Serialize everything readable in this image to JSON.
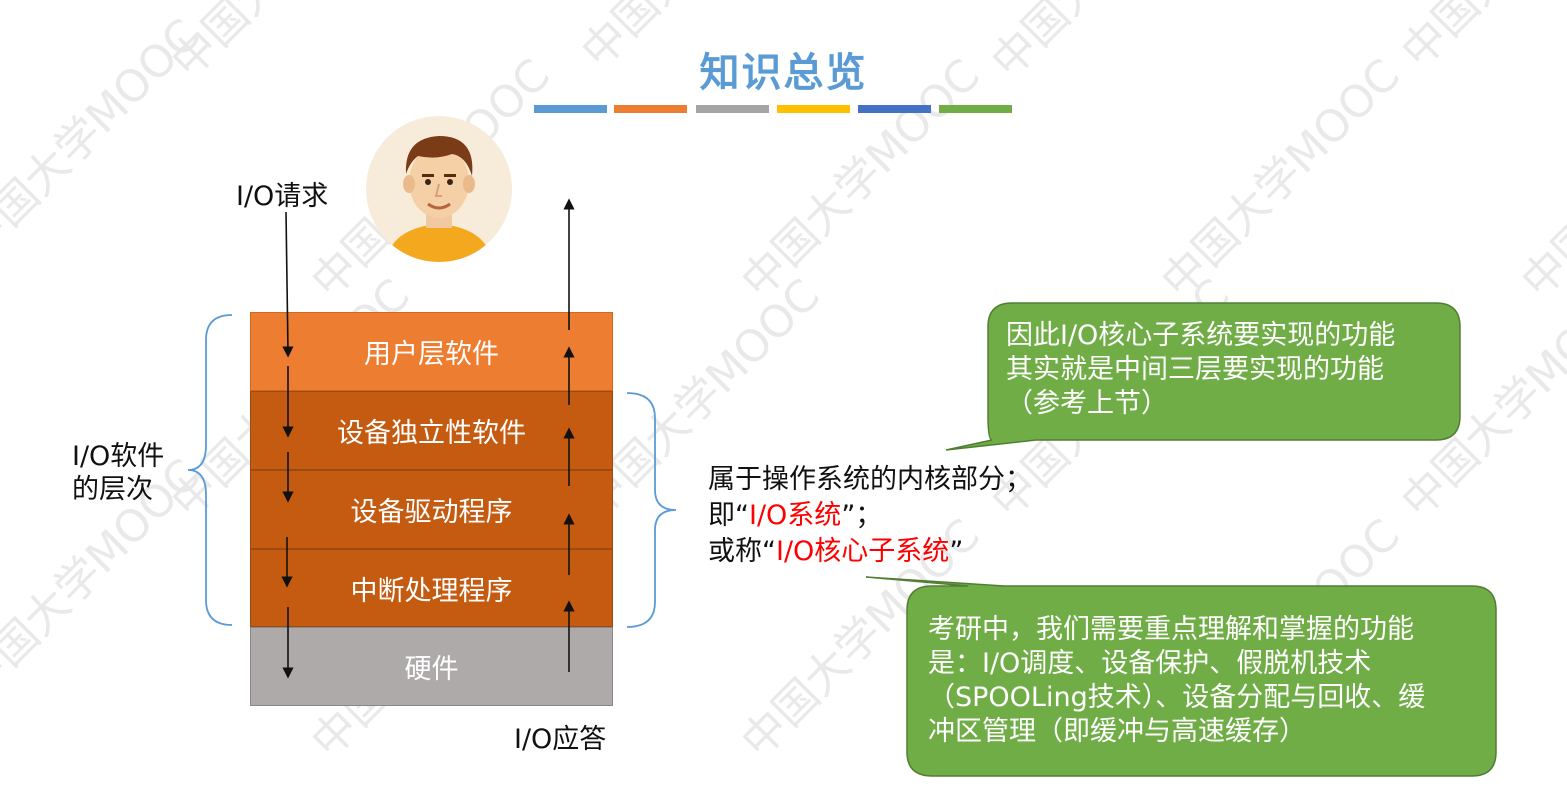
{
  "title": "知识总览",
  "stripe_colors": [
    "#5b9bd5",
    "#ed7d31",
    "#a5a5a5",
    "#ffc000",
    "#4472c4",
    "#70ad47"
  ],
  "watermark": {
    "text": "中国大学MOOC"
  },
  "avatar": {
    "icon": "person-avatar-icon"
  },
  "io_request_label": "I/O请求",
  "io_response_label": "I/O应答",
  "layers": [
    {
      "label": "用户层软件"
    },
    {
      "label": "设备独立性软件"
    },
    {
      "label": "设备驱动程序"
    },
    {
      "label": "中断处理程序"
    },
    {
      "label": "硬件"
    }
  ],
  "io_software_label": {
    "line1": "I/O软件",
    "line2": "的层次"
  },
  "kernel_description": {
    "line1": "属于操作系统的内核部分；",
    "line2_prefix": "即“",
    "line2_highlight": "I/O系统",
    "line2_suffix": "”；",
    "line3_prefix": "或称“",
    "line3_highlight": "I/O核心子系统",
    "line3_suffix": "”"
  },
  "callout_top": {
    "lines": [
      "因此I/O核心子系统要实现的功能",
      "其实就是中间三层要实现的功能",
      "（参考上节）"
    ]
  },
  "callout_bottom": {
    "lines": [
      "考研中，我们需要重点理解和掌握的功能",
      "是：I/O调度、设备保护、假脱机技术",
      "（SPOOLing技术）、设备分配与回收、缓",
      "冲区管理（即缓冲与高速缓存）"
    ]
  },
  "colors": {
    "layer_top": "#ed7d31",
    "layer_mid": "#c55a11",
    "layer_hw": "#aeaaaa",
    "callout": "#70ad47",
    "highlight": "#ff0000",
    "title": "#5b9bd5"
  }
}
